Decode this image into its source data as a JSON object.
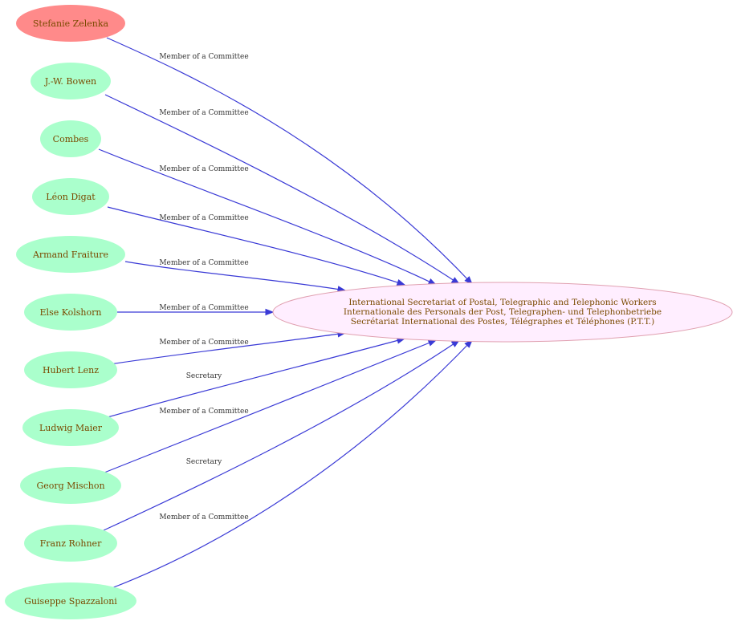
{
  "colors": {
    "highlight_fill": "#ff8a8a",
    "source_fill": "#aaffcc",
    "target_fill": "#ffeeff",
    "target_stroke": "#e0a0b0",
    "edge": "#3a3ad6",
    "node_text": "#7a4a00"
  },
  "target": {
    "lines": [
      "International Secretariat of Postal, Telegraphic and Telephonic Workers",
      "Internationale des Personals der Post, Telegraphen- und Telephonbetriebe",
      "Secrétariat International des Postes, Télégraphes et Téléphones (P.T.T.)"
    ]
  },
  "people": [
    {
      "name": "Stefanie Zelenka",
      "relation": "Member of a Committee",
      "highlight": true
    },
    {
      "name": "J.-W. Bowen",
      "relation": "Member of a Committee",
      "highlight": false
    },
    {
      "name": "Combes",
      "relation": "Member of a Committee",
      "highlight": false
    },
    {
      "name": "Léon Digat",
      "relation": "Member of a Committee",
      "highlight": false
    },
    {
      "name": "Armand Fraiture",
      "relation": "Member of a Committee",
      "highlight": false
    },
    {
      "name": "Else Kolshorn",
      "relation": "Member of a Committee",
      "highlight": false
    },
    {
      "name": "Hubert Lenz",
      "relation": "Member of a Committee",
      "highlight": false
    },
    {
      "name": "Ludwig Maier",
      "relation": "Secretary",
      "highlight": false
    },
    {
      "name": "Georg Mischon",
      "relation": "Member of a Committee",
      "highlight": false
    },
    {
      "name": "Franz Rohner",
      "relation": "Secretary",
      "highlight": false
    },
    {
      "name": "Guiseppe Spazzaloni",
      "relation": "Member of a Committee",
      "highlight": false
    }
  ]
}
